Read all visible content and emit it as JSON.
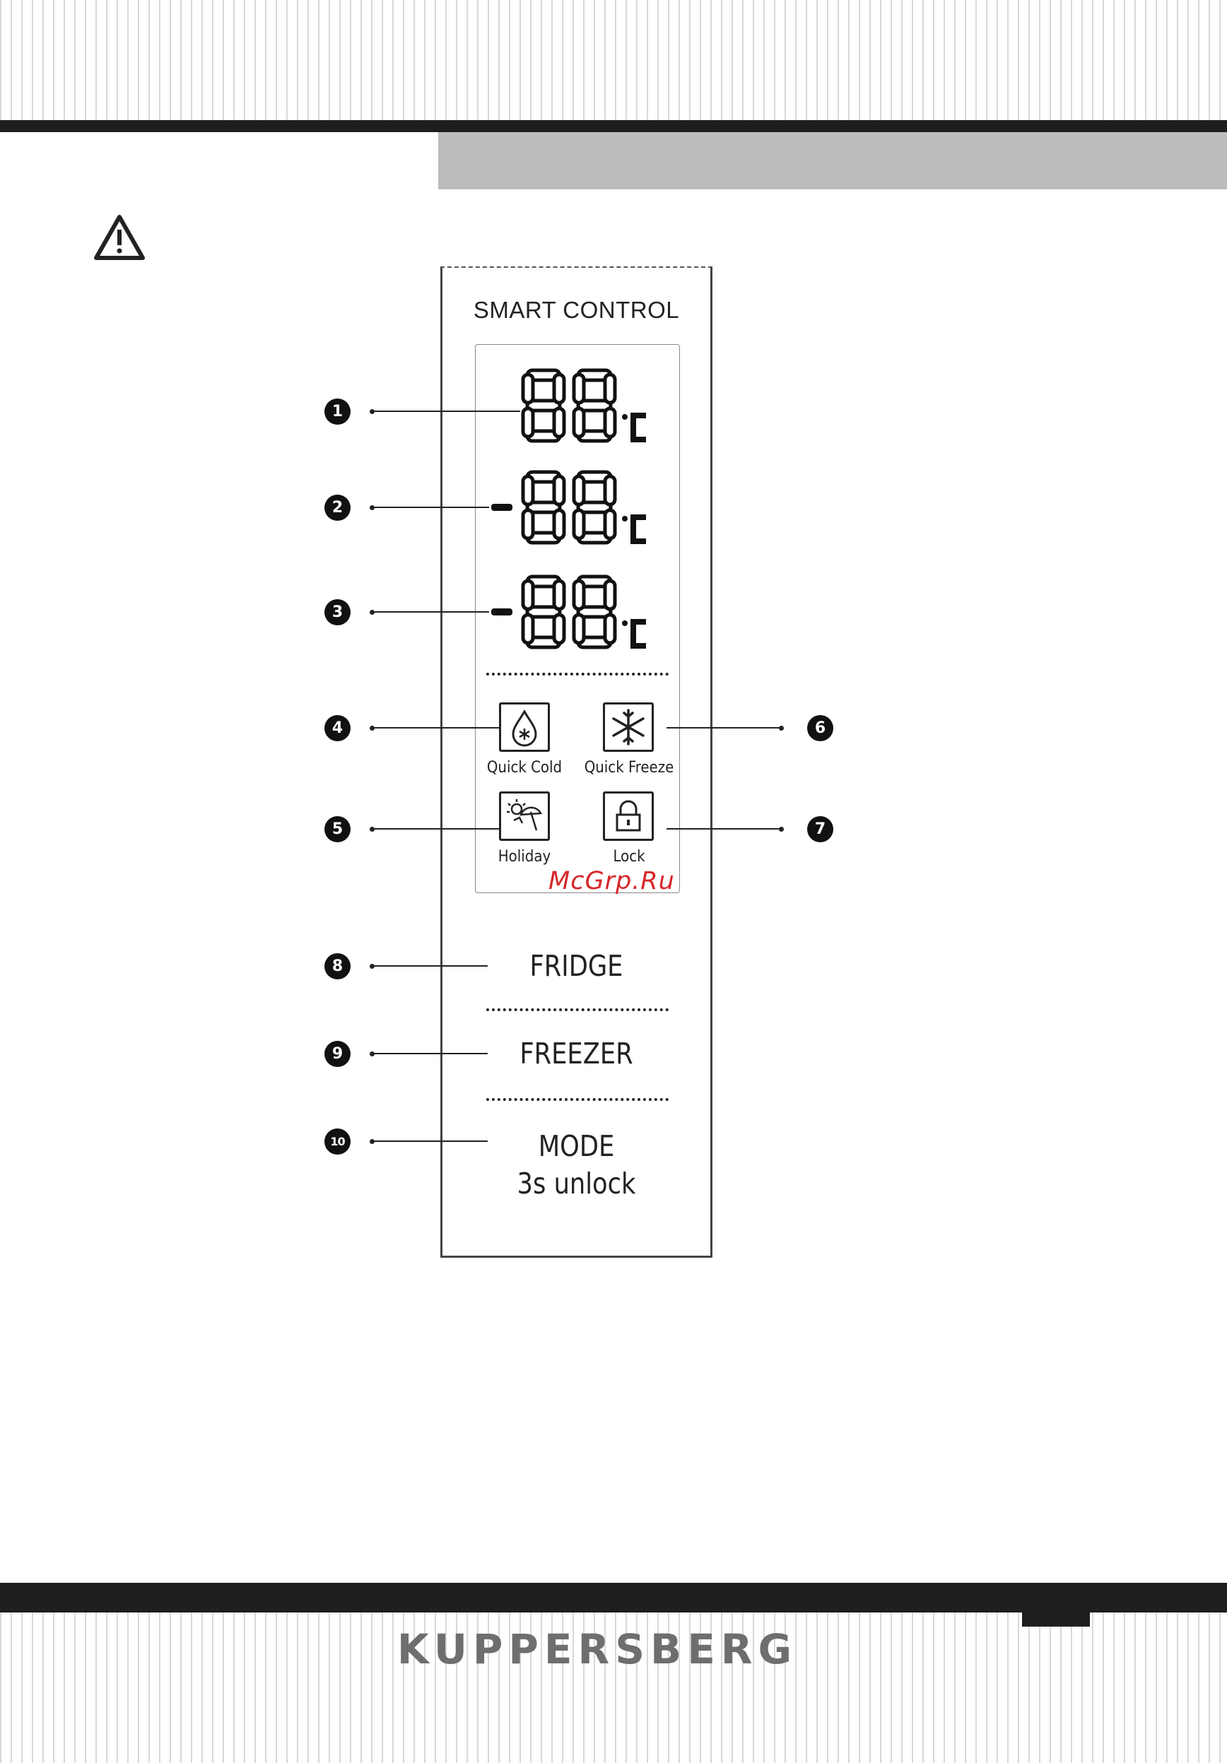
{
  "panel": {
    "title": "SMART CONTROL",
    "displays": [
      {
        "value": "88",
        "unit": "°C",
        "label": "display-1"
      },
      {
        "value": "-88",
        "unit": "°C",
        "label": "display-2"
      },
      {
        "value": "-88",
        "unit": "°C",
        "label": "display-3"
      }
    ],
    "icons": {
      "quick_cold": "Quick  Cold",
      "quick_freeze": "Quick  Freeze",
      "holiday": "Holiday",
      "lock": "Lock"
    },
    "buttons": {
      "fridge": "FRIDGE",
      "freezer": "FREEZER",
      "mode_line1": "MODE",
      "mode_line2": "3s unlock"
    }
  },
  "callouts": [
    "1",
    "2",
    "3",
    "4",
    "5",
    "6",
    "7",
    "8",
    "9",
    "10"
  ],
  "watermark": "McGrp.Ru",
  "footer": {
    "brand": "KUPPERSBERG"
  },
  "colors": {
    "bars": "#1e1e1e",
    "band": "#bcbcbc",
    "brand": "#6e6e6e",
    "watermark": "#d6262a"
  }
}
